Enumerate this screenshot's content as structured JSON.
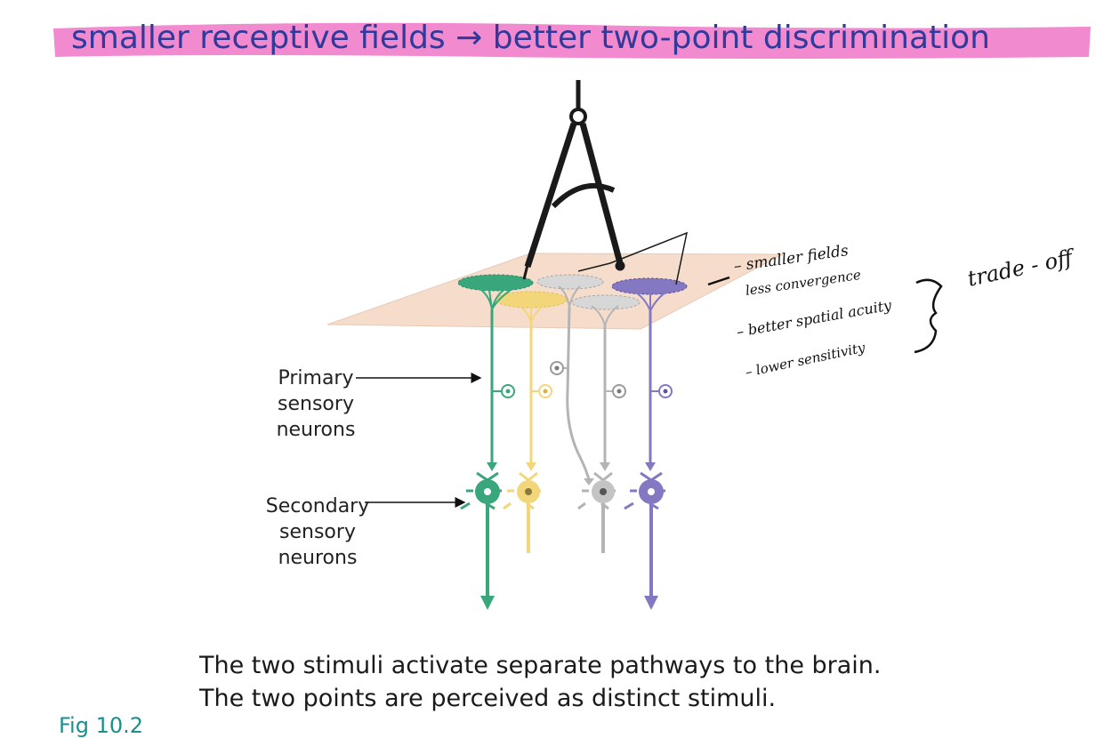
{
  "slide": {
    "title": "smaller receptive fields → better two-point discrimination",
    "highlight_color": "#f07ac8",
    "title_color": "#2f3a9a"
  },
  "diagram": {
    "labels": {
      "primary": [
        "Primary",
        "sensory",
        "neurons"
      ],
      "secondary": [
        "Secondary",
        "sensory",
        "neurons"
      ]
    },
    "pathway_colors": {
      "green": "#3aa67c",
      "yellow": "#f3d67a",
      "gray": "#b4b4b4",
      "purple": "#8478c2"
    },
    "skin_patch_color": "#f6dccb"
  },
  "annotations": {
    "smaller_fields": "– smaller fields",
    "less_convergence": "less convergence",
    "better_acuity": "– better spatial acuity",
    "lower_sensitivity": "– lower sensitivity",
    "tradeoff": "trade - off"
  },
  "caption": {
    "line1": "The two stimuli activate separate pathways to the brain.",
    "line2": "The two points are perceived as distinct stimuli."
  },
  "figure_label": "Fig 10.2"
}
